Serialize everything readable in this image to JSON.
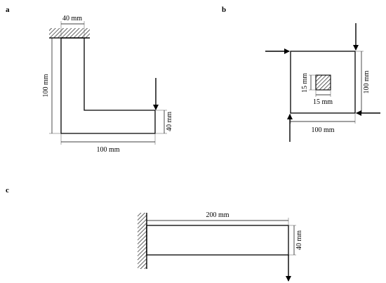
{
  "panels": {
    "a": {
      "label": "a",
      "dim_top": "40 mm",
      "dim_left": "100 mm",
      "dim_right": "40 mm",
      "dim_bottom": "100 mm"
    },
    "b": {
      "label": "b",
      "dim_hole_v": "15 mm",
      "dim_hole_h": "15 mm",
      "dim_right": "100 mm",
      "dim_bottom": "100 mm"
    },
    "c": {
      "label": "c",
      "dim_top": "200 mm",
      "dim_right": "40 mm"
    }
  }
}
